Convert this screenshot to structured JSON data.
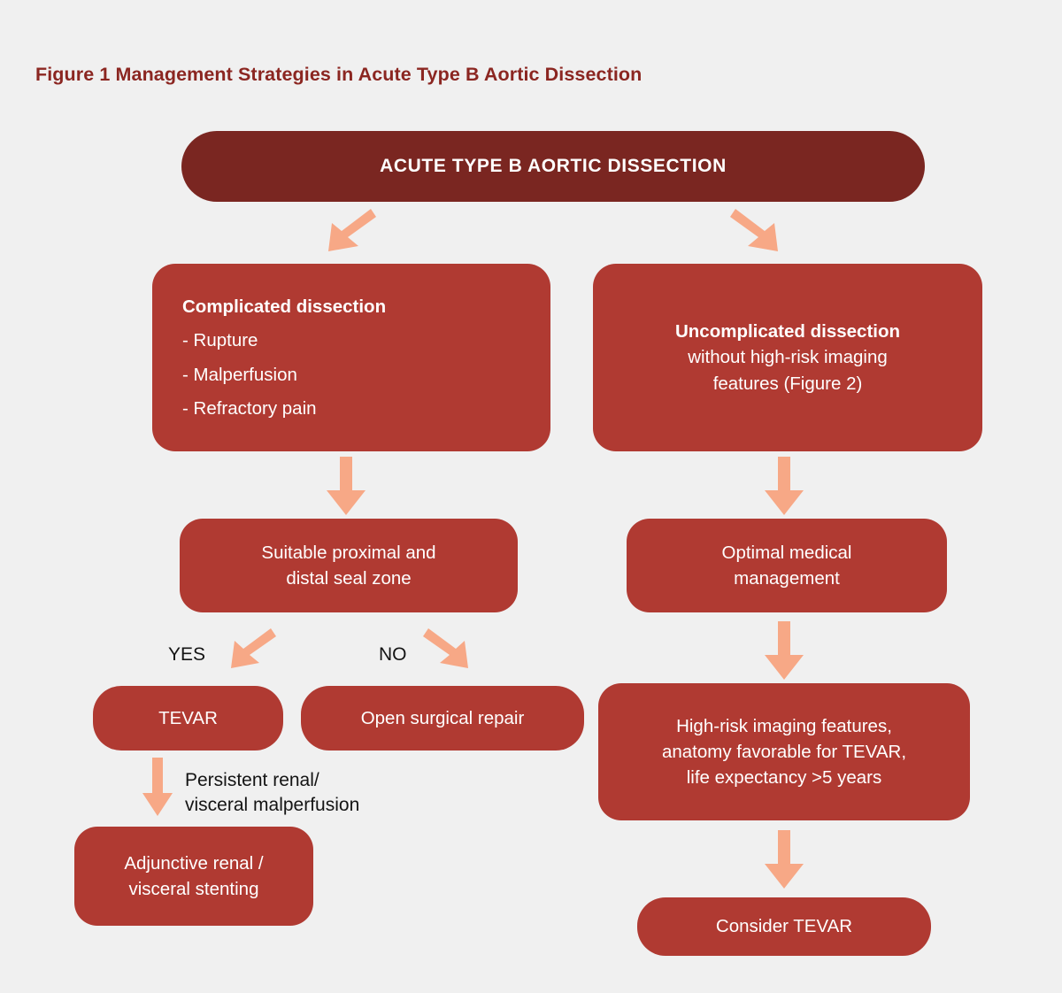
{
  "figure": {
    "title": "Figure 1 Management Strategies in Acute Type B Aortic Dissection",
    "background_color": "#f0f0f0",
    "title_color": "#8b2621",
    "node_color": "#b03a32",
    "header_color": "#7a2621",
    "arrow_color": "#f7a886",
    "node_text_color": "#ffffff",
    "label_text_color": "#141414"
  },
  "nodes": {
    "root": {
      "text": "ACUTE TYPE B AORTIC DISSECTION"
    },
    "complicated": {
      "heading": "Complicated dissection",
      "items": [
        "- Rupture",
        "- Malperfusion",
        "- Refractory pain"
      ]
    },
    "uncomplicated": {
      "line1": "Uncomplicated dissection",
      "line2": "without high-risk imaging",
      "line3": "features (Figure 2)"
    },
    "seal_zone": {
      "line1": "Suitable proximal and",
      "line2": "distal seal zone"
    },
    "optimal_medical": {
      "line1": "Optimal medical",
      "line2": "management"
    },
    "tevar": {
      "text": "TEVAR"
    },
    "open_repair": {
      "text": "Open surgical repair"
    },
    "adjunctive": {
      "line1": "Adjunctive renal /",
      "line2": "visceral stenting"
    },
    "high_risk": {
      "line1": "High-risk imaging features,",
      "line2": "anatomy favorable for TEVAR,",
      "line3": "life expectancy >5 years"
    },
    "consider_tevar": {
      "text": "Consider TEVAR"
    }
  },
  "edge_labels": {
    "yes": "YES",
    "no": "NO",
    "persistent": "Persistent renal/\nvisceral malperfusion"
  }
}
